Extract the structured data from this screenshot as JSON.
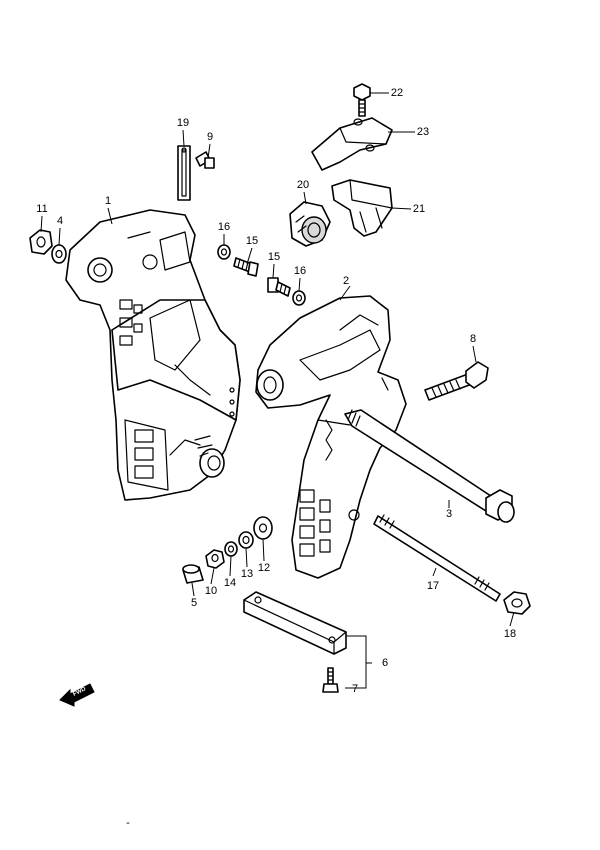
{
  "callouts": {
    "c1": "1",
    "c2": "2",
    "c3": "3",
    "c4": "4",
    "c5": "5",
    "c6": "6",
    "c7": "7",
    "c8": "8",
    "c9": "9",
    "c10": "10",
    "c11": "11",
    "c12": "12",
    "c13": "13",
    "c14": "14",
    "c15a": "15",
    "c15b": "15",
    "c16a": "16",
    "c16b": "16",
    "c17": "17",
    "c18": "18",
    "c19": "19",
    "c20": "20",
    "c21": "21",
    "c22": "22",
    "c23": "23"
  },
  "fwd_label": "FWD",
  "footer_mark": "-"
}
